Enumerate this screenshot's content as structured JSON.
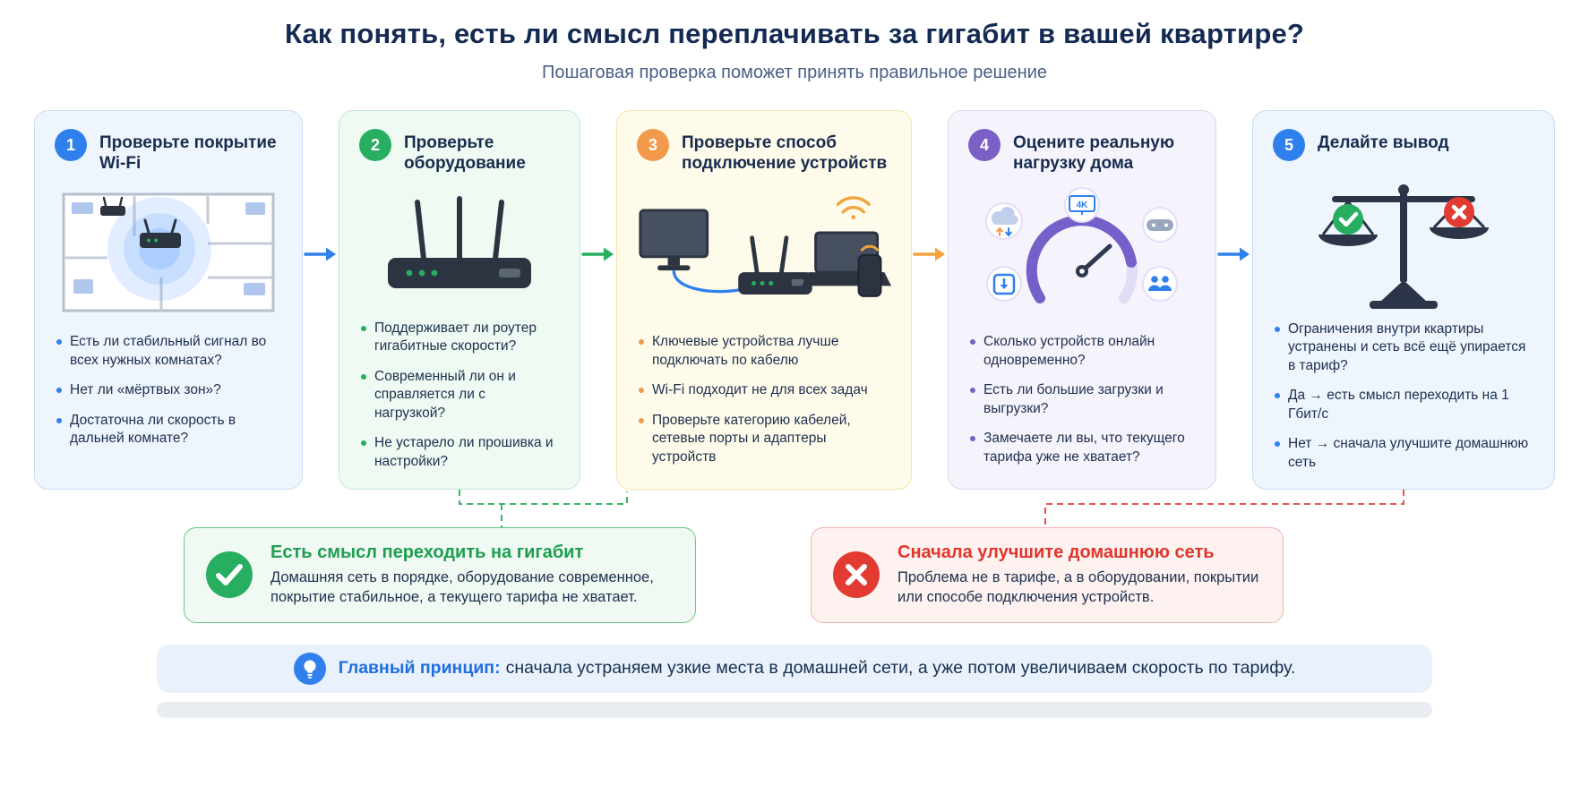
{
  "header": {
    "title": "Как понять, есть ли смысл переплачивать за гигабит в вашей квартире?",
    "subtitle": "Пошаговая проверка поможет принять правильное решение"
  },
  "steps": [
    {
      "number": "1",
      "title": "Проверьте покрытие Wi-Fi",
      "illustration": "wifi-coverage-floor-plan",
      "accent": "#2f80ed",
      "bullets": [
        "Есть ли стабильный сигнал во всех нужных комнатах?",
        "Нет ли «мёртвых зон»?",
        "Достаточна ли скорость в дальней комнате?"
      ]
    },
    {
      "number": "2",
      "title": "Проверьте оборудование",
      "illustration": "router-with-antennas",
      "accent": "#27ae60",
      "bullets": [
        "Поддерживает ли роутер гигабитные скорости?",
        "Современный ли он и справляется ли с нагрузкой?",
        "Не устарело ли прошивка и настройки?"
      ]
    },
    {
      "number": "3",
      "title": "Проверьте способ подключение устройств",
      "illustration": "wired-and-wireless-devices",
      "accent": "#f2994a",
      "bullets": [
        "Ключевые устройства лучше подключать по кабелю",
        "Wi-Fi подходит не для всех задач",
        "Проверьте категорию кабелей, сетевые порты и адаптеры устройств"
      ]
    },
    {
      "number": "4",
      "title": "Оцените реальную нагрузку дома",
      "illustration": "load-gauge-with-device-icons",
      "accent": "#7a5fc7",
      "bullets": [
        "Сколько устройств онлайн одновременно?",
        "Есть ли большие загрузки и выгрузки?",
        "Замечаете ли вы, что текущего тарифа уже не хватает?"
      ]
    },
    {
      "number": "5",
      "title": "Делайте вывод",
      "illustration": "balance-scale-check-vs-cross",
      "accent": "#2f80ed",
      "bullets": [
        "Ограничения внутри ккартиры устранены и сеть всё ещё упирается в тариф?",
        "Да → есть смысл переходить на 1 Гбит/с",
        "Нет → сначала улучшите домашнюю сеть"
      ]
    }
  ],
  "outcomes": {
    "positive": {
      "icon": "check-circle-icon",
      "title": "Есть смысл переходить на гигабит",
      "text": "Домашняя сеть в порядке, оборудование современное, покрытие стабильное, а текущего тарифа не хватает."
    },
    "negative": {
      "icon": "cross-circle-icon",
      "title": "Сначала улучшите домашнюю сеть",
      "text": "Проблема не в тарифе, а в оборудовании, покрытии или способе подключения устройств."
    }
  },
  "principle": {
    "icon": "lightbulb-icon",
    "label": "Главный принцип:",
    "text": "сначала устраняем узкие места в домашней сети, а уже потом увеличиваем скорость по тарифу."
  },
  "colors": {
    "title_navy": "#142a52",
    "step_accents": [
      "#2f80ed",
      "#27ae60",
      "#f2994a",
      "#7a5fc7",
      "#2f80ed"
    ],
    "arrow_colors": [
      "#2f80ed",
      "#27ae60",
      "#f2a33c",
      "#2f80ed"
    ],
    "positive_green": "#1d9e50",
    "negative_red": "#e0352b",
    "banner_blue": "#1f6fe0"
  }
}
